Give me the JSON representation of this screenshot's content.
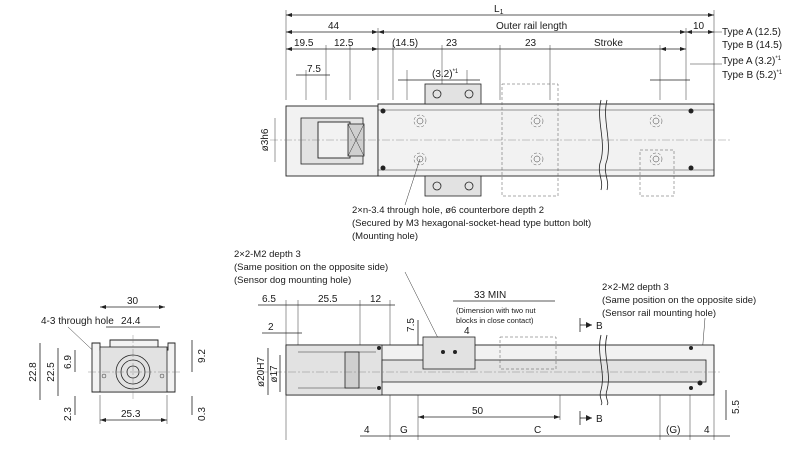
{
  "top_view": {
    "L1": "L",
    "L1_sub": "1",
    "dim_44": "44",
    "outer_rail_length": "Outer rail length",
    "dim_10": "10",
    "dim_19_5": "19.5",
    "dim_12_5": "12.5",
    "dim_14_5_paren": "(14.5)",
    "dim_23a": "23",
    "dim_23b": "23",
    "stroke": "Stroke",
    "dim_7_5": "7.5",
    "dim_3_2_paren": "(3.2)",
    "note_mark": "*1",
    "phi_3h6": "ø3h6",
    "type_a_12_5": "Type A (12.5)",
    "type_b_14_5": "Type B (14.5)",
    "type_a_3_2": "Type A (3.2)",
    "type_b_5_2": "Type B (5.2)",
    "hole_note_line1": "2×n-3.4 through hole, ø6 counterbore depth 2",
    "hole_note_line2": "(Secured by M3 hexagonal-socket-head type button bolt)",
    "hole_note_line3": "(Mounting hole)"
  },
  "end_view": {
    "dim_30": "30",
    "through_hole": "4-3 through hole",
    "dim_24_4": "24.4",
    "dim_22_8": "22.8",
    "dim_22_5": "22.5",
    "dim_6_9": "6.9",
    "dim_9_2": "9.2",
    "dim_2_3": "2.3",
    "dim_25_3": "25.3",
    "dim_0_3": "0.3"
  },
  "side_view": {
    "m2_note_left_line1": "2×2-M2 depth 3",
    "m2_note_left_line2": "(Same position on the opposite side)",
    "m2_note_left_line3": "(Sensor dog mounting hole)",
    "dim_33_min": "33 MIN",
    "min_note_line1": "(Dimension with two nut",
    "min_note_line2": "blocks in close contact)",
    "m2_note_right_line1": "2×2-M2 depth 3",
    "m2_note_right_line2": "(Same position on the opposite side)",
    "m2_note_right_line3": "(Sensor rail mounting hole)",
    "dim_6_5": "6.5",
    "dim_25_5": "25.5",
    "dim_12": "12",
    "dim_2": "2",
    "dim_7_5": "7.5",
    "dim_4_top": "4",
    "phi_20h7": "ø20H7",
    "phi_17": "ø17",
    "dim_50": "50",
    "dim_4_left": "4",
    "G": "G",
    "C": "C",
    "G_paren": "(G)",
    "dim_4_right": "4",
    "dim_5_5": "5.5",
    "section_B_top": "B",
    "section_B_bottom": "B"
  }
}
